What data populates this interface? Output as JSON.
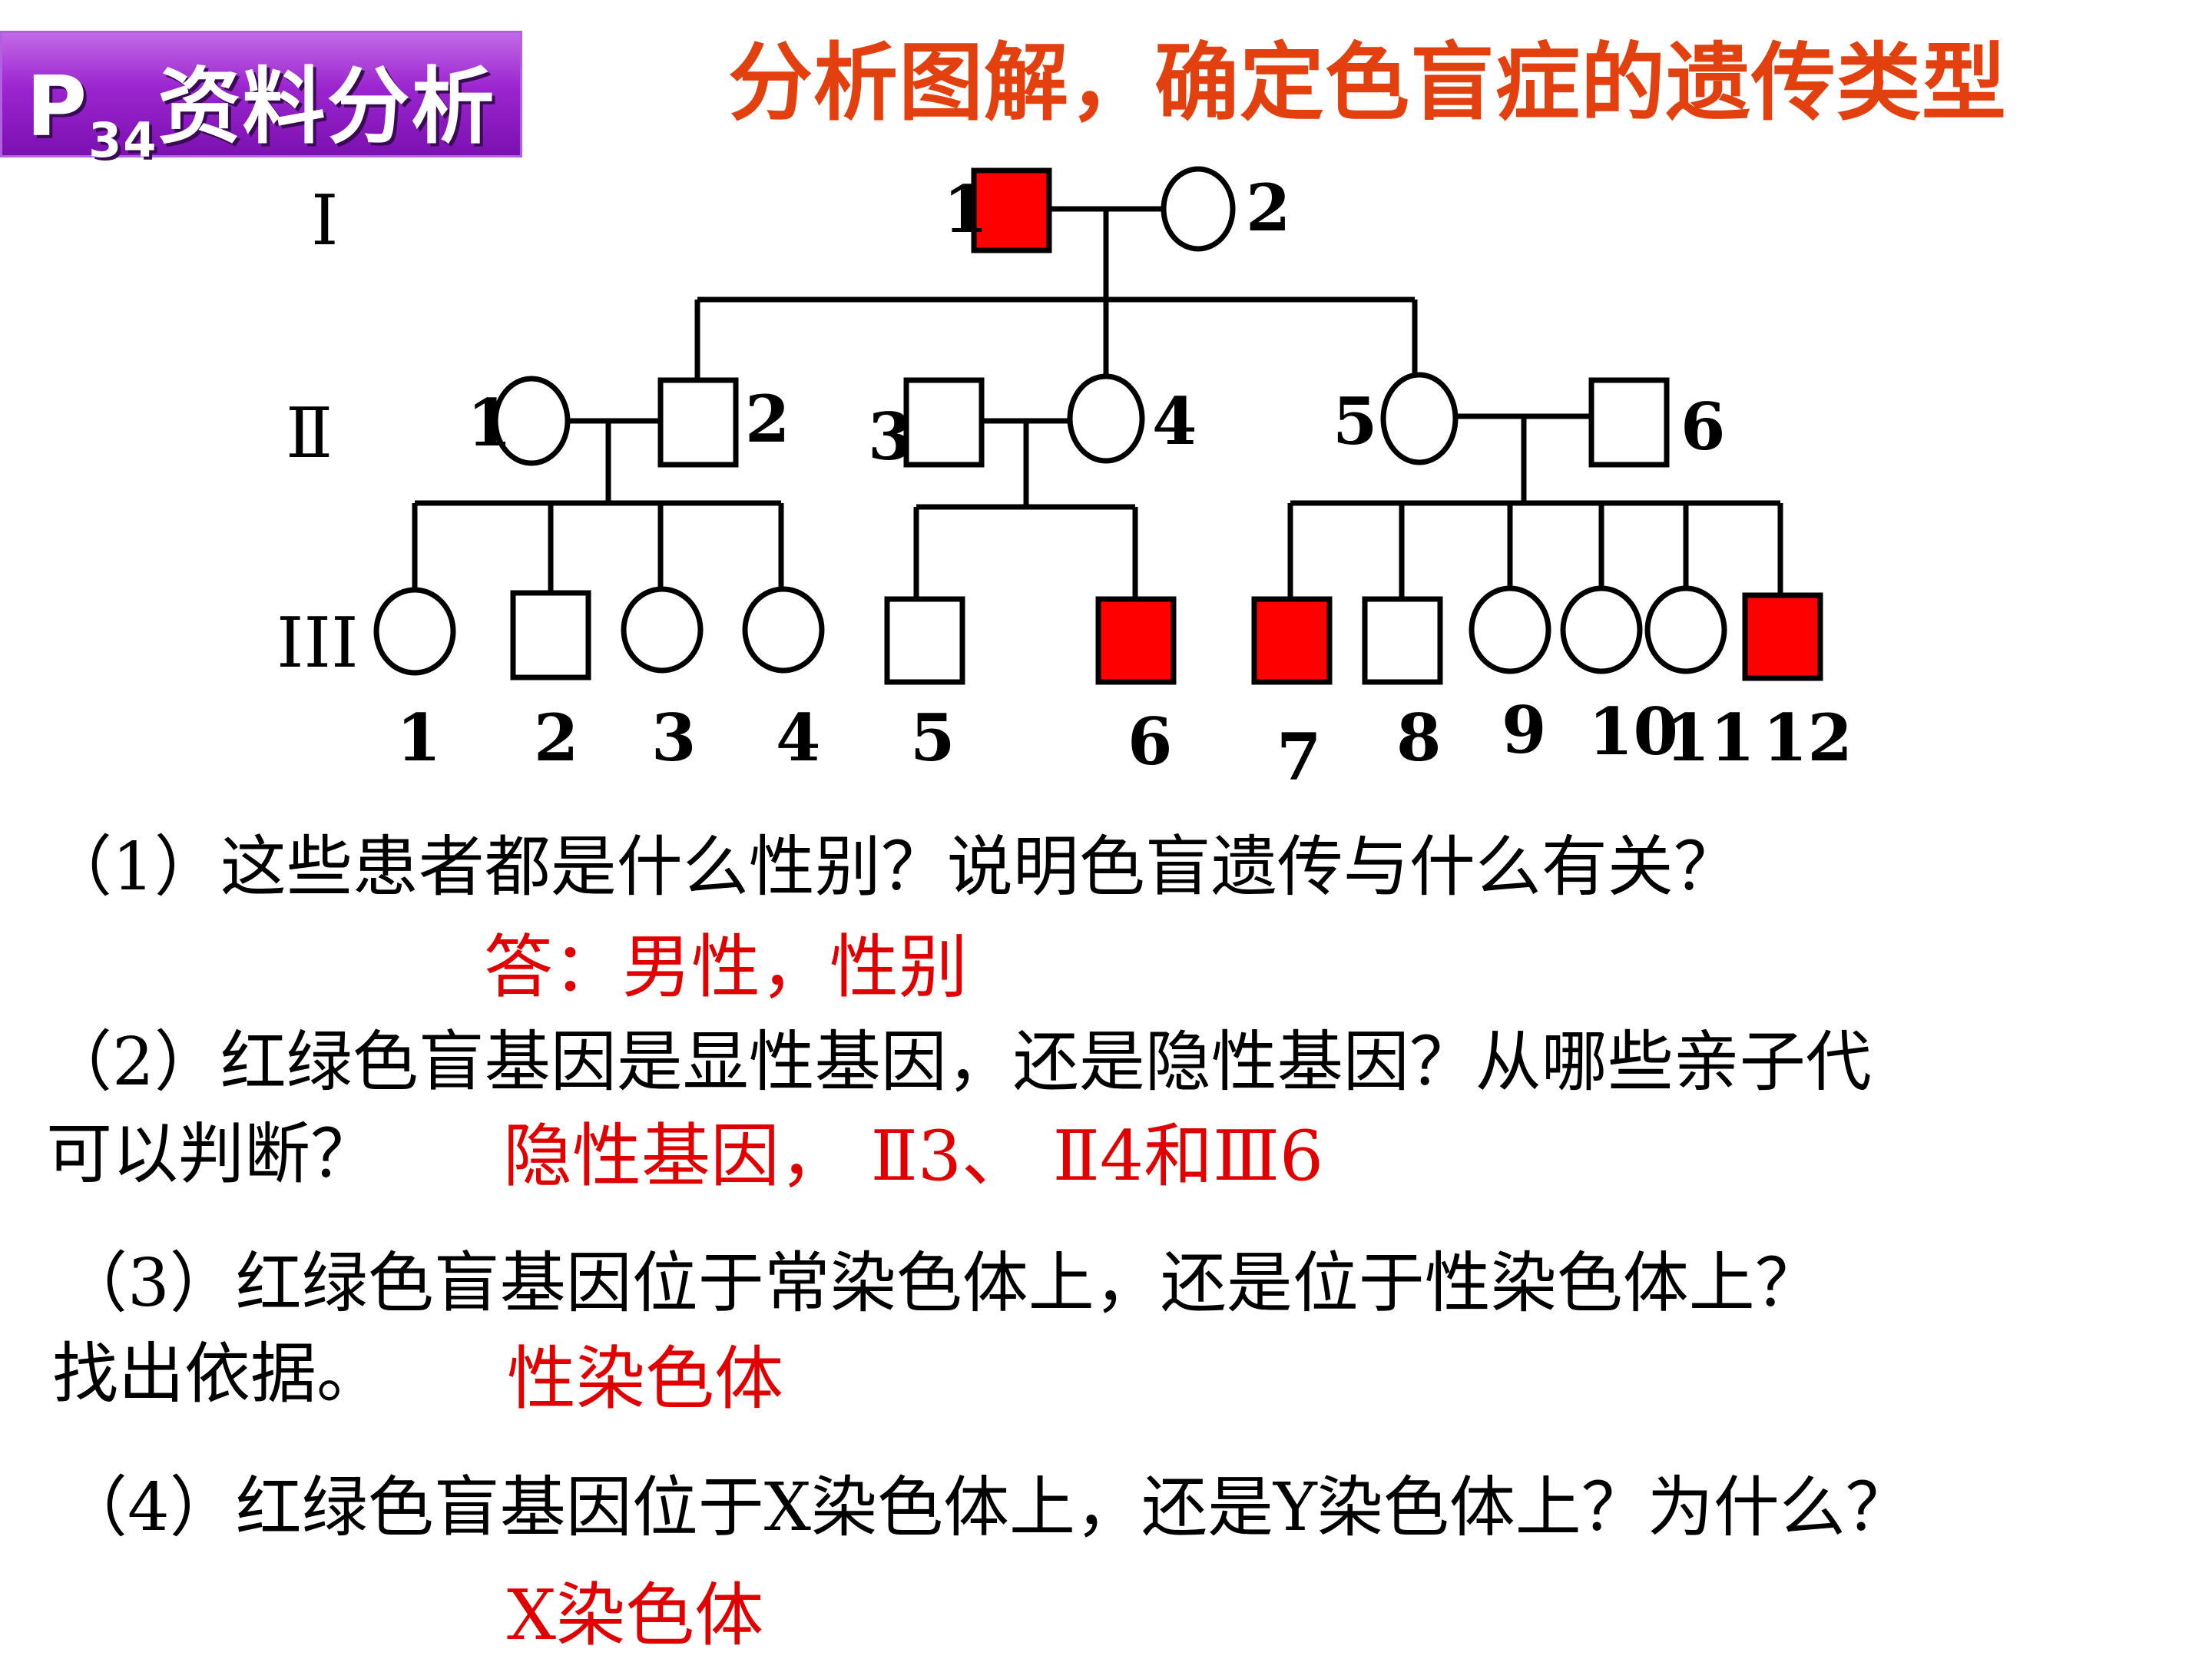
{
  "badge": {
    "prefix": "P",
    "subscript": "34",
    "label": "资料分析"
  },
  "header": {
    "title": "分析图解，确定色盲症的遗传类型"
  },
  "colors": {
    "affected": "#ff0000",
    "title": "#e2400e",
    "badge": "#9b25cf",
    "answer": "#e00000"
  },
  "pedigree": {
    "generations": [
      "Ⅰ",
      "Ⅱ",
      "III"
    ],
    "gen1": {
      "n1": "1",
      "n2": "2"
    },
    "gen2": {
      "n1": "1",
      "n2": "2",
      "n3": "3",
      "n4": "4",
      "n5": "5",
      "n6": "6"
    },
    "gen3": {
      "n1": "1",
      "n2": "2",
      "n3": "3",
      "n4": "4",
      "n5": "5",
      "n6": "6",
      "n7": "7",
      "n8": "8",
      "n9": "9",
      "n10": "10",
      "n11": "11",
      "n12": "12"
    },
    "affected_individuals": [
      "I-1",
      "III-6",
      "III-7",
      "III-12"
    ]
  },
  "questions": [
    {
      "line1": "（1）这些患者都是什么性别？说明色盲遗传与什么有关？",
      "answer": "答：男性，性别"
    },
    {
      "line1": "（2）红绿色盲基因是显性基因，还是隐性基因？从哪些亲子代",
      "line2": "可以判断？",
      "answer": "隐性基因，  Ⅱ3、  Ⅱ4和Ⅲ6"
    },
    {
      "line1": "（3）红绿色盲基因位于常染色体上，还是位于性染色体上？",
      "line2": "找出依据。",
      "answer": "性染色体"
    },
    {
      "line1": "（4）红绿色盲基因位于X染色体上，还是Y染色体上？为什么？",
      "answer": "X染色体"
    }
  ]
}
